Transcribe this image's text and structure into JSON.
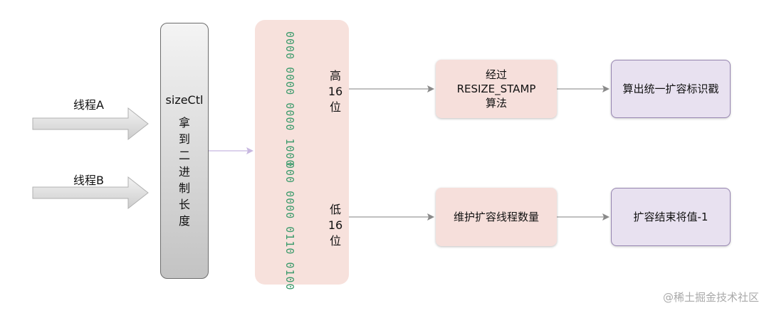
{
  "threads": {
    "a_label": "线程A",
    "b_label": "线程B"
  },
  "sizectl": {
    "title": "sizeCtl",
    "chars": [
      "拿",
      "到",
      "二",
      "进",
      "制",
      "长",
      "度"
    ]
  },
  "bits": {
    "high_bits": "0000 0000 0000 1000",
    "low_bits": "000 0000 0110 0100",
    "high_label": [
      "高",
      "16",
      "位"
    ],
    "low_label": [
      "低",
      "16",
      "位"
    ]
  },
  "process": {
    "stamp_lines": [
      "经过",
      "RESIZE_STAMP",
      "算法"
    ],
    "stamp_result": "算出统一扩容标识戳",
    "maintain": "维护扩容线程数量",
    "maintain_result": "扩容结束将值-1"
  },
  "colors": {
    "pink_box": "#f6dfdb",
    "lavender_box": "#e8e1f0",
    "bits_green": "#3b9a6b",
    "connector": "#9a9a9a",
    "connector_light": "#c8b8e0"
  },
  "watermark": "@稀土掘金技术社区"
}
